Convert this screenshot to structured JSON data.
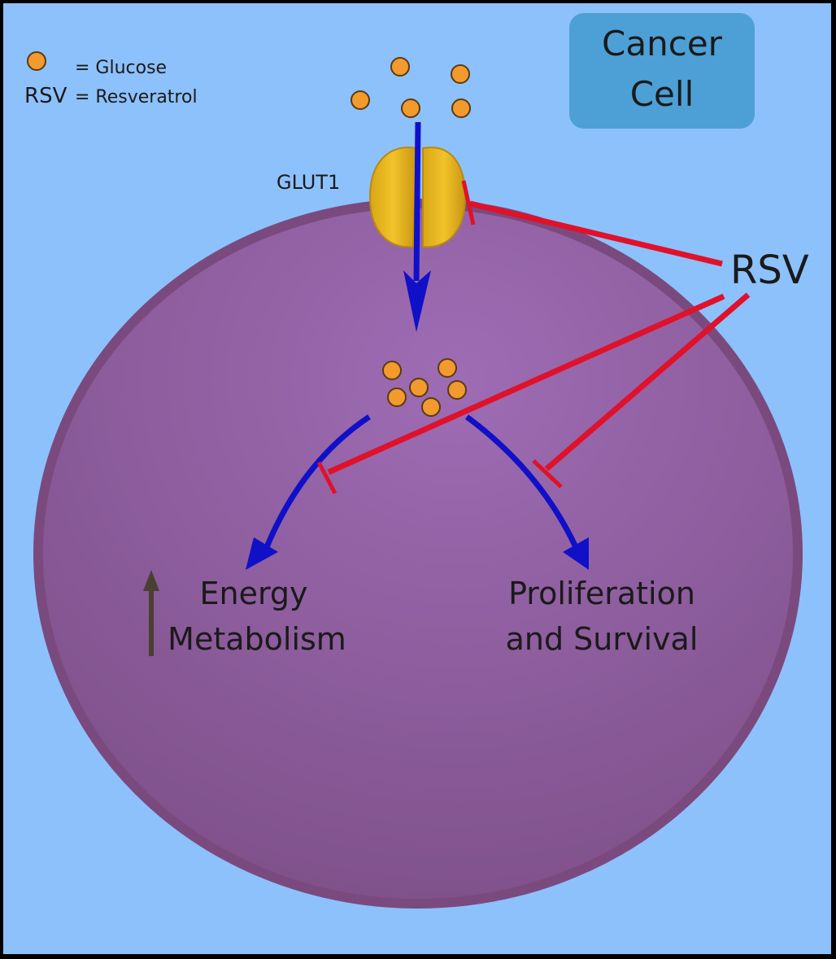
{
  "legend": {
    "glucose_label": "= Glucose",
    "rsv_abbrev": "RSV",
    "rsv_label": "= Resveratrol"
  },
  "title_box": {
    "line1": "Cancer",
    "line2": "Cell"
  },
  "labels": {
    "transporter": "GLUT1",
    "inhibitor": "RSV",
    "energy_line1": "Energy",
    "energy_line2": "Metabolism",
    "prolif_line1": "Proliferation",
    "prolif_line2": "and Survival"
  },
  "colors": {
    "background": "#8dc1fb",
    "cell_fill": "#8e5a95",
    "cell_border": "#7a4a7f",
    "title_box": "#4da0d6",
    "glucose": "#f29a2e",
    "glut1": "#e6b521",
    "activation_arrow": "#1010c8",
    "inhibition": "#e0112a",
    "up_arrow": "#4a3f33"
  },
  "icons": {
    "glucose": "orange-circle",
    "transporter": "glut1-channel",
    "increase": "up-arrow"
  }
}
